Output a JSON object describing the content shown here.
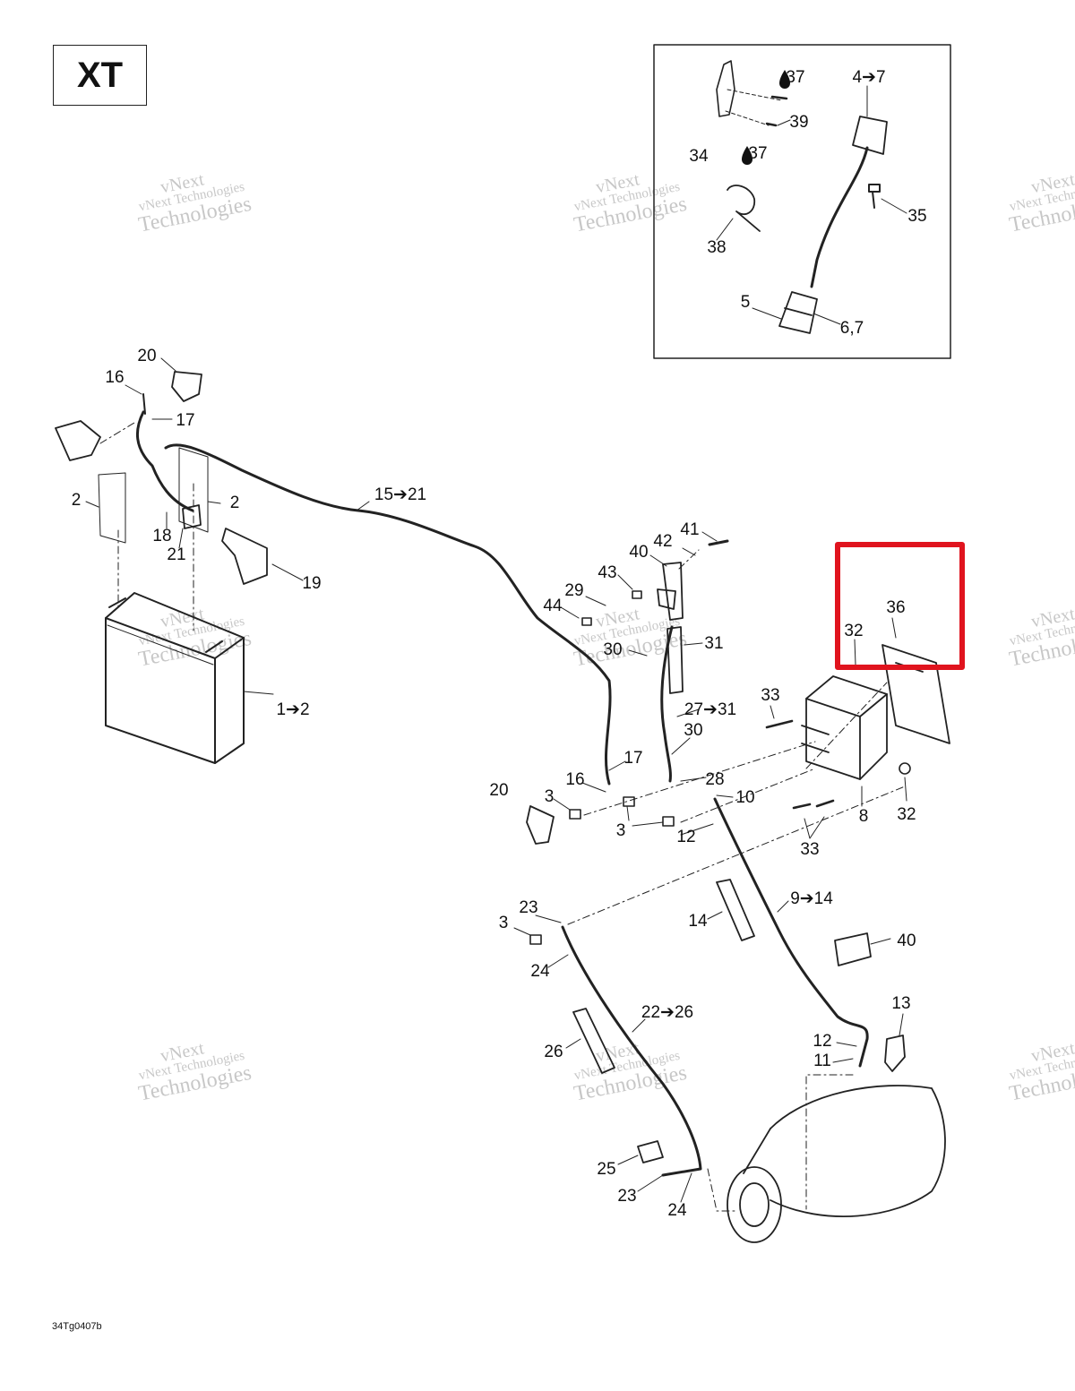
{
  "title_box": "XT",
  "diagram_code": "34Tg0407b",
  "watermark": {
    "line1": "vNext",
    "line2": "vNext Technologies",
    "line3": "Technologies"
  },
  "highlight_color": "#e0141e",
  "callouts": [
    {
      "text": "37"
    },
    {
      "text": "4➔7"
    },
    {
      "text": "39"
    },
    {
      "text": "34"
    },
    {
      "text": "37"
    },
    {
      "text": "35"
    },
    {
      "text": "38"
    },
    {
      "text": "5"
    },
    {
      "text": "6,7"
    },
    {
      "text": "20"
    },
    {
      "text": "16"
    },
    {
      "text": "17"
    },
    {
      "text": "2"
    },
    {
      "text": "2"
    },
    {
      "text": "18"
    },
    {
      "text": "21"
    },
    {
      "text": "19"
    },
    {
      "text": "15➔21"
    },
    {
      "text": "1➔2"
    },
    {
      "text": "41"
    },
    {
      "text": "42"
    },
    {
      "text": "40"
    },
    {
      "text": "43"
    },
    {
      "text": "29"
    },
    {
      "text": "44"
    },
    {
      "text": "30"
    },
    {
      "text": "31"
    },
    {
      "text": "27➔31"
    },
    {
      "text": "30"
    },
    {
      "text": "17"
    },
    {
      "text": "16"
    },
    {
      "text": "20"
    },
    {
      "text": "3"
    },
    {
      "text": "28"
    },
    {
      "text": "10"
    },
    {
      "text": "3"
    },
    {
      "text": "12"
    },
    {
      "text": "36"
    },
    {
      "text": "32"
    },
    {
      "text": "33"
    },
    {
      "text": "8"
    },
    {
      "text": "32"
    },
    {
      "text": "33"
    },
    {
      "text": "23"
    },
    {
      "text": "3"
    },
    {
      "text": "24"
    },
    {
      "text": "14"
    },
    {
      "text": "9➔14"
    },
    {
      "text": "40"
    },
    {
      "text": "22➔26"
    },
    {
      "text": "26"
    },
    {
      "text": "13"
    },
    {
      "text": "12"
    },
    {
      "text": "11"
    },
    {
      "text": "25"
    },
    {
      "text": "23"
    },
    {
      "text": "24"
    }
  ]
}
